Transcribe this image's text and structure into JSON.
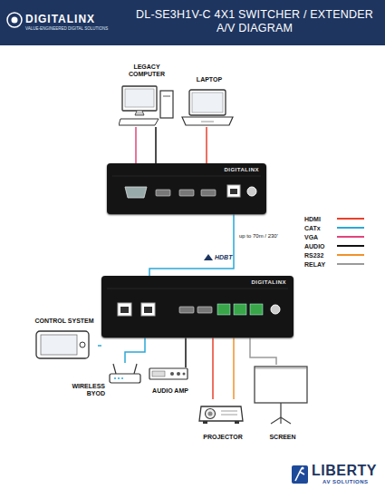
{
  "diagram": {
    "title": "DL-SE3H1V-C 4X1 SWITCHER / EXTENDER A/V DIAGRAM",
    "nodes": [
      {
        "text": [
          "LEGACY COMPUTER"
        ]
      },
      {
        "text": [
          "LAPTOP"
        ]
      },
      {
        "text": [
          "DIGITALINX"
        ]
      },
      {
        "text": [
          "DIGITALINX"
        ]
      },
      {
        "text": [
          "CONTROL SYSTEM"
        ]
      },
      {
        "text": [
          "WIRELESS BYOD"
        ]
      },
      {
        "text": [
          "AUDIO AMP"
        ]
      },
      {
        "text": [
          "PROJECTOR"
        ]
      },
      {
        "text": [
          "SCREEN"
        ]
      }
    ],
    "edges": [
      {
        "from": 0,
        "to": 2,
        "arrow": "none"
      },
      {
        "from": 0,
        "to": 2,
        "arrow": "none"
      },
      {
        "from": 1,
        "to": 2,
        "arrow": "none"
      },
      {
        "from": 2,
        "to": 3,
        "label": "up to 70m / 230'",
        "arrow": "none"
      },
      {
        "from": 4,
        "to": 3,
        "arrow": "none"
      },
      {
        "from": 5,
        "to": 3,
        "arrow": "none"
      },
      {
        "from": 3,
        "to": 6,
        "arrow": "none"
      },
      {
        "from": 3,
        "to": 7,
        "arrow": "none"
      },
      {
        "from": 3,
        "to": 7,
        "arrow": "none"
      },
      {
        "from": 3,
        "to": 8,
        "arrow": "none"
      }
    ],
    "labels": [
      "DIGITALINX",
      "VALUE-ENGINEERED DIGITAL SOLUTIONS",
      "HDBT",
      "LIBERTY",
      "AV SOLUTIONS"
    ],
    "legend": [
      {
        "text": "HDMI",
        "color": "#e8412c"
      },
      {
        "text": "CATx",
        "color": "#2aa8d8"
      },
      {
        "text": "VGA",
        "color": "#e0457b"
      },
      {
        "text": "AUDIO",
        "color": "#111111"
      },
      {
        "text": "RS232",
        "color": "#f0922b"
      },
      {
        "text": "RELAY",
        "color": "#9a9a9a"
      }
    ]
  }
}
